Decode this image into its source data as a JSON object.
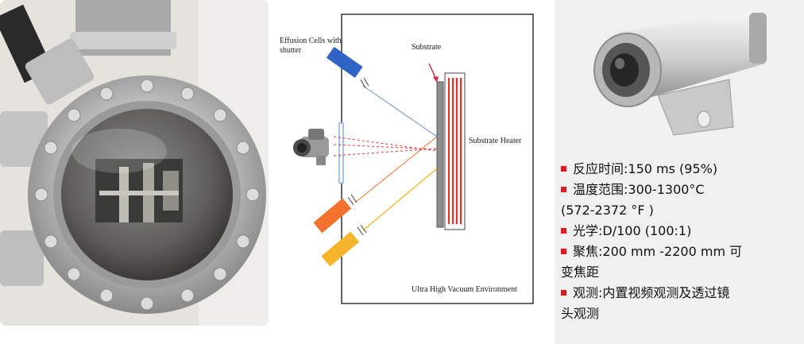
{
  "diagram": {
    "effusion_label_line1": "Effusion Cells with",
    "effusion_label_line2": "shutter",
    "substrate_label": "Substrate",
    "heater_label": "Substrate Heater",
    "environment_label": "Ultra High Vacuum Environment"
  },
  "spec": {
    "items": [
      {
        "text": "反应时间:150 ms (95%)"
      },
      {
        "text": "温度范围:300-1300°C"
      },
      {
        "text": "(572-2372 °F )"
      },
      {
        "text": "光学:D/100 (100:1)"
      },
      {
        "text": "聚焦:200 mm -2200 mm 可"
      },
      {
        "text": "变焦距"
      },
      {
        "text": "观测:内置视频观测及透过镜"
      },
      {
        "text": "头观测"
      }
    ]
  },
  "colors": {
    "bullet": "#d81e1e",
    "cell_blue": "#2f63c4",
    "cell_orange": "#f2712c",
    "cell_yellow": "#f4b52a",
    "heater_red": "#e6331f"
  }
}
